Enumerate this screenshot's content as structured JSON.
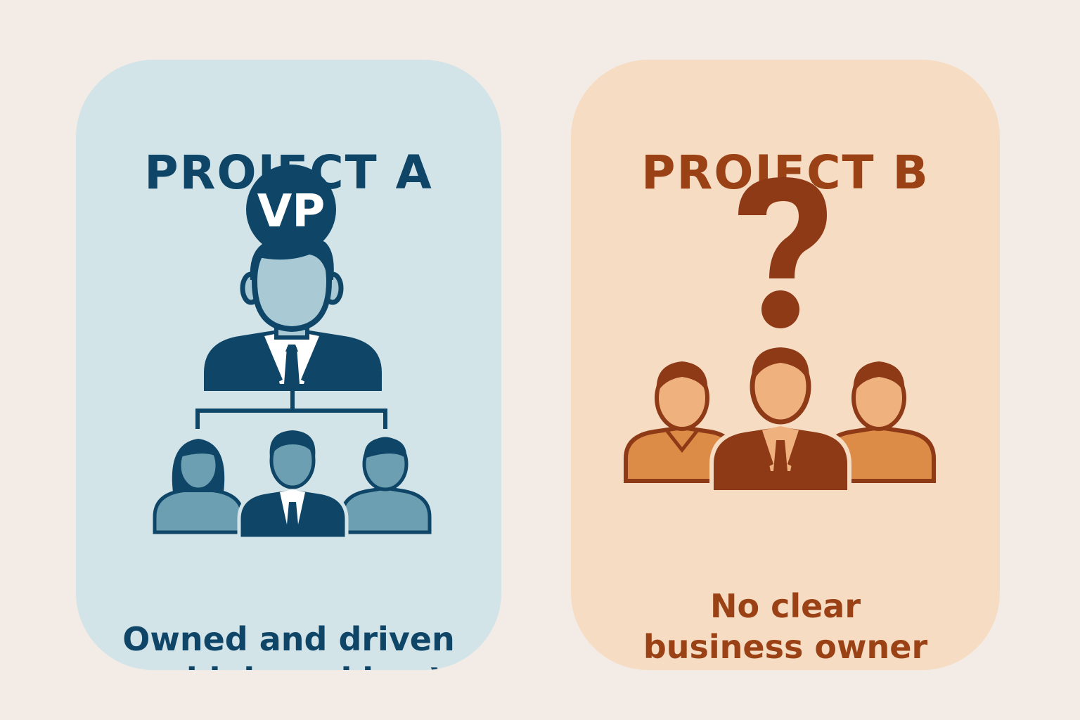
{
  "colors": {
    "background": "#f3ece6",
    "project_a_card": "#d3e4e9",
    "project_a_text": "#0f4668",
    "project_a_dark": "#0f4668",
    "project_a_light": "#a9cad5",
    "project_a_team": "#6c9fb2",
    "project_b_card": "#f6dcc3",
    "project_b_text": "#9a4215",
    "project_b_dark": "#8e3a17",
    "project_b_face": "#efb27f",
    "project_b_team": "#dd8c48"
  },
  "project_a": {
    "title": "PROJECT A",
    "badge": "VP",
    "caption_line1": "Owned and driven",
    "caption_line2": "by a high-ranking VP"
  },
  "project_b": {
    "title": "PROJECT B",
    "caption_line1": "No clear",
    "caption_line2": "business owner"
  },
  "icons": {
    "project_a": [
      "vp-person-icon",
      "org-connector-icon",
      "team-woman-icon",
      "team-man-suit-icon",
      "team-person-icon"
    ],
    "project_b": [
      "question-mark-icon",
      "team-person-left-icon",
      "team-man-suit-icon",
      "team-person-right-icon"
    ]
  }
}
